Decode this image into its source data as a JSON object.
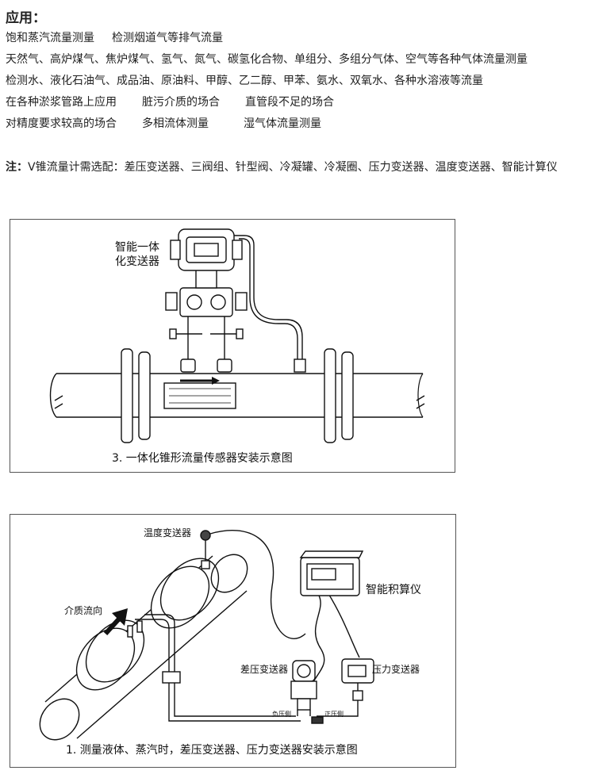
{
  "heading": "应用：",
  "applications": [
    [
      "饱和蒸汽流量测量",
      "检测烟道气等排气流量"
    ],
    [
      "天然气、高炉煤气、焦炉煤气、氢气、氮气、碳氢化合物、单组分、多组分气体、空气等各种气体流量测量"
    ],
    [
      "检测水、液化石油气、成品油、原油料、甲醇、乙二醇、甲苯、氨水、双氧水、各种水溶液等流量"
    ],
    [
      "在各种淤浆管路上应用",
      "脏污介质的场合",
      "直管段不足的场合"
    ],
    [
      "对精度要求较高的场合",
      "多相流体测量",
      "湿气体流量测量"
    ]
  ],
  "note": {
    "label": "注：",
    "text": "V锥流量计需选配：差压变送器、三阀组、针型阀、冷凝罐、冷凝圈、压力变送器、温度变送器、智能计算仪"
  },
  "figure1": {
    "transmitter_label_1": "智能一体",
    "transmitter_label_2": "化变送器",
    "caption": "3. 一体化锥形流量传感器安装示意图"
  },
  "figure2": {
    "temperature_label": "温度变送器",
    "calculator_label": "智能积算仪",
    "flow_label": "介质流向",
    "dp_label": "差压变送器",
    "pressure_label": "压力变送器",
    "low_pressure_label": "负压侧",
    "high_pressure_label": "正压侧",
    "caption": "1. 测量液体、蒸汽时，差压变送器、压力变送器安装示意图"
  }
}
